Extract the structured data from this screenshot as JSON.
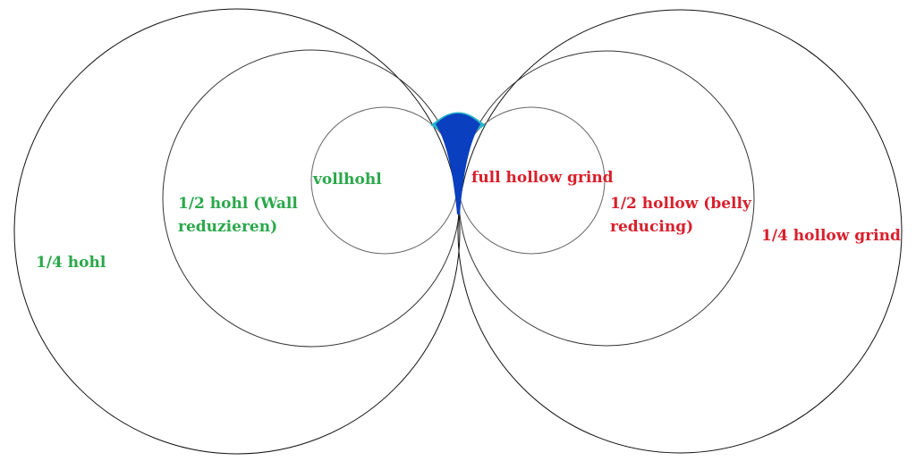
{
  "colors": {
    "german_labels": "#2aa84a",
    "english_labels": "#d8202c",
    "blade_fill": "#0a3fbf",
    "blade_edge": "#2ab3c8",
    "circle_stroke_outer": "#111111",
    "circle_stroke_inner": "#555555"
  },
  "labels": {
    "de_full": "vollhohl",
    "de_half_line1": "1/2 hohl (Wall",
    "de_half_line2": "reduzieren)",
    "de_quarter": "1/4 hohl",
    "en_full": "full hollow grind",
    "en_half_line1": "1/2 hollow (belly",
    "en_half_line2": "reducing)",
    "en_quarter": "1/4 hollow grind"
  }
}
